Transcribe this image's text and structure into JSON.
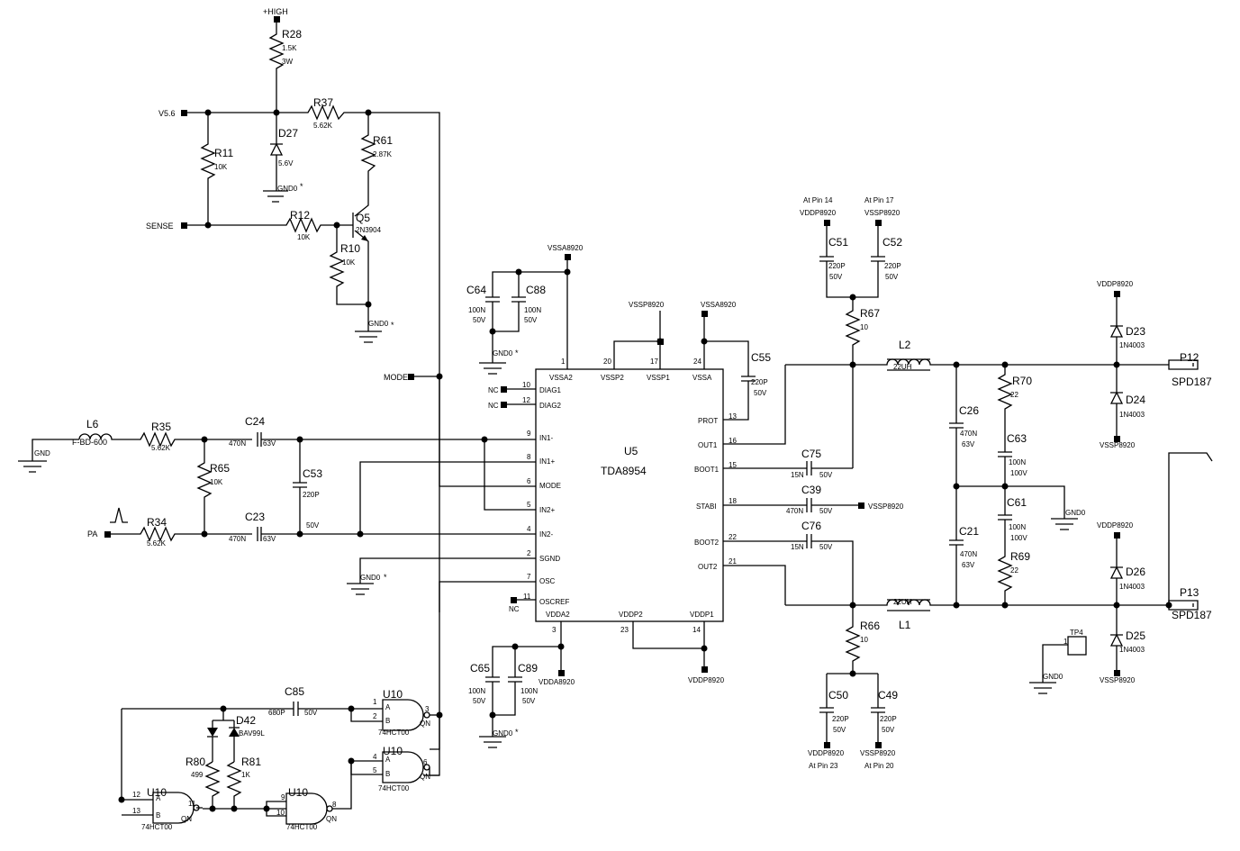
{
  "rails": {
    "high": "+HIGH",
    "v56": "V5.6",
    "sense": "SENSE",
    "mode": "MODE",
    "pa": "PA",
    "gnd": "GND",
    "gnd0": "GND0",
    "star": "*",
    "nc": "NC",
    "vssa": "VSSA8920",
    "vssp": "VSSP8920",
    "vddp": "VDDP8920",
    "vdda": "VDDA8920"
  },
  "r28": {
    "ref": "R28",
    "v1": "1.5K",
    "v2": "3W"
  },
  "r37": {
    "ref": "R37",
    "val": "5.62K"
  },
  "r11": {
    "ref": "R11",
    "val": "10K"
  },
  "d27": {
    "ref": "D27",
    "val": "5.6V"
  },
  "r61": {
    "ref": "R61",
    "val": "2.87K"
  },
  "r12": {
    "ref": "R12",
    "val": "10K"
  },
  "q5": {
    "ref": "Q5",
    "val": "2N3904"
  },
  "r10": {
    "ref": "R10",
    "val": "10K"
  },
  "l6": {
    "ref": "L6",
    "val": "F-BD-600"
  },
  "r35": {
    "ref": "R35",
    "val": "5.62K"
  },
  "r65": {
    "ref": "R65",
    "val": "10K"
  },
  "r34": {
    "ref": "R34",
    "val": "5.62K"
  },
  "c24": {
    "ref": "C24",
    "v1": "470N",
    "v2": "63V"
  },
  "c23": {
    "ref": "C23",
    "v1": "470N",
    "v2": "63V"
  },
  "c53": {
    "ref": "C53",
    "v1": "220P",
    "v2": "50V"
  },
  "c64": {
    "ref": "C64",
    "v1": "100N",
    "v2": "50V"
  },
  "c88": {
    "ref": "C88",
    "v1": "100N",
    "v2": "50V"
  },
  "c65": {
    "ref": "C65",
    "v1": "100N",
    "v2": "50V"
  },
  "c89": {
    "ref": "C89",
    "v1": "100N",
    "v2": "50V"
  },
  "c55": {
    "ref": "C55",
    "v1": "220P",
    "v2": "50V"
  },
  "c75": {
    "ref": "C75",
    "v1": "15N",
    "v2": "50V"
  },
  "c39": {
    "ref": "C39",
    "v1": "470N",
    "v2": "50V"
  },
  "c76": {
    "ref": "C76",
    "v1": "15N",
    "v2": "50V"
  },
  "c51": {
    "ref": "C51",
    "v1": "220P",
    "v2": "50V",
    "note": "At Pin 14"
  },
  "c52": {
    "ref": "C52",
    "v1": "220P",
    "v2": "50V",
    "note": "At Pin 17"
  },
  "c50": {
    "ref": "C50",
    "v1": "220P",
    "v2": "50V",
    "note": "At Pin 23"
  },
  "c49": {
    "ref": "C49",
    "v1": "220P",
    "v2": "50V",
    "note": "At Pin 20"
  },
  "r67": {
    "ref": "R67",
    "val": "10"
  },
  "r66": {
    "ref": "R66",
    "val": "10"
  },
  "l2": {
    "ref": "L2",
    "val": "22UH"
  },
  "l1": {
    "ref": "L1",
    "val": "22UH"
  },
  "c26": {
    "ref": "C26",
    "v1": "470N",
    "v2": "63V"
  },
  "c21": {
    "ref": "C21",
    "v1": "470N",
    "v2": "63V"
  },
  "r70": {
    "ref": "R70",
    "val": "22"
  },
  "r69": {
    "ref": "R69",
    "val": "22"
  },
  "c63": {
    "ref": "C63",
    "v1": "100N",
    "v2": "100V"
  },
  "c61": {
    "ref": "C61",
    "v1": "100N",
    "v2": "100V"
  },
  "d23": {
    "ref": "D23",
    "val": "1N4003"
  },
  "d24": {
    "ref": "D24",
    "val": "1N4003"
  },
  "d25": {
    "ref": "D25",
    "val": "1N4003"
  },
  "d26": {
    "ref": "D26",
    "val": "1N4003"
  },
  "p12": {
    "ref": "P12",
    "val": "SPD187"
  },
  "p13": {
    "ref": "P13",
    "val": "SPD187"
  },
  "tp4": {
    "ref": "TP4",
    "pin": "1"
  },
  "u5": {
    "ref": "U5",
    "part": "TDA8954",
    "pins": {
      "vssa2": "VSSA2",
      "vssp2": "VSSP2",
      "vssp1": "VSSP1",
      "vssa": "VSSA",
      "diag1": "DIAG1",
      "diag2": "DIAG2",
      "in1m": "IN1-",
      "in1p": "IN1+",
      "mode": "MODE",
      "in2p": "IN2+",
      "in2m": "IN2-",
      "sgnd": "SGND",
      "osc": "OSC",
      "oscref": "OSCREF",
      "vdda2": "VDDA2",
      "vddp2": "VDDP2",
      "vddp1": "VDDP1",
      "prot": "PROT",
      "out1": "OUT1",
      "boot1": "BOOT1",
      "stabi": "STABI",
      "boot2": "BOOT2",
      "out2": "OUT2"
    },
    "nums": {
      "p1": "1",
      "p20": "20",
      "p17": "17",
      "p24": "24",
      "p10": "10",
      "p12": "12",
      "p9": "9",
      "p8": "8",
      "p6": "6",
      "p5": "5",
      "p4": "4",
      "p2": "2",
      "p7": "7",
      "p11": "11",
      "p3": "3",
      "p23": "23",
      "p14": "14",
      "p13": "13",
      "p16": "16",
      "p15": "15",
      "p18": "18",
      "p22": "22",
      "p21": "21"
    }
  },
  "osc": {
    "c85": {
      "ref": "C85",
      "v1": "680P",
      "v2": "50V"
    },
    "d42": {
      "ref": "D42",
      "val": "BAV99L"
    },
    "r80": {
      "ref": "R80",
      "val": "499"
    },
    "r81": {
      "ref": "R81",
      "val": "1K"
    },
    "u10": "U10",
    "part": "74HCT00",
    "qn": "QN",
    "a": "A",
    "b": "B",
    "n1": "1",
    "n2": "2",
    "n3": "3",
    "n4": "4",
    "n5": "5",
    "n6": "6",
    "n9": "9",
    "n10": "10",
    "n8": "8",
    "n12": "12",
    "n13": "13",
    "n11": "11"
  }
}
